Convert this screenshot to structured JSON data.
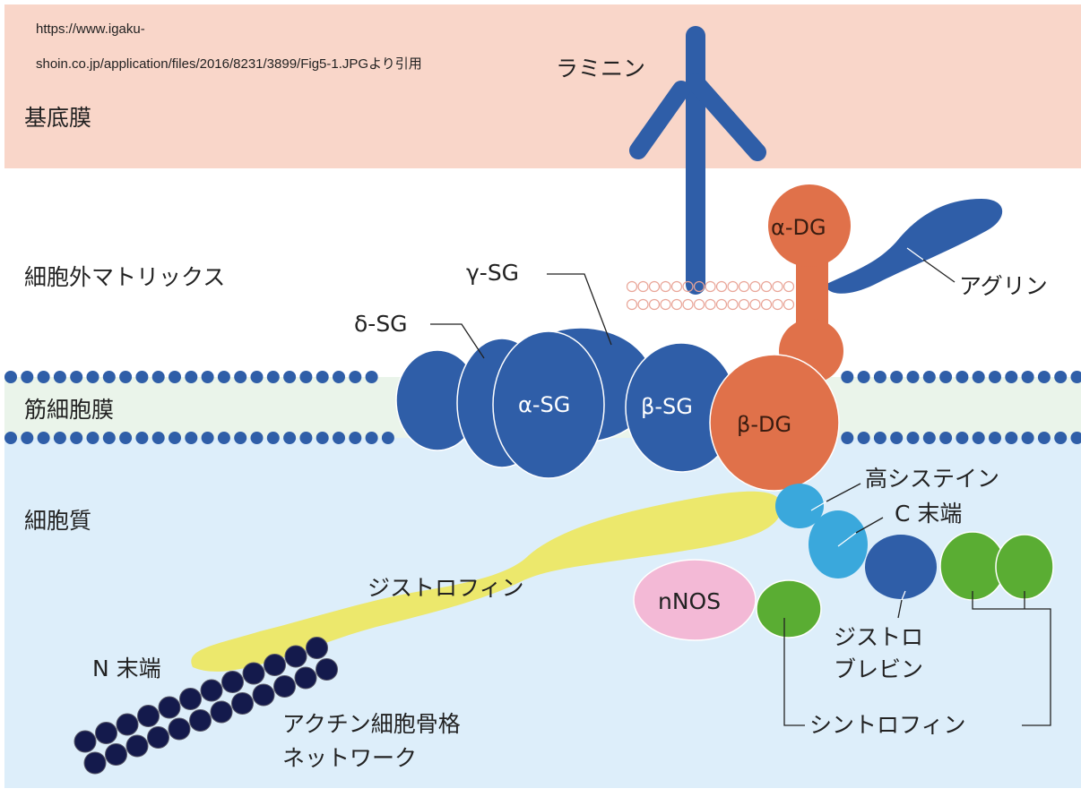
{
  "source_citation": {
    "line1": "https://www.igaku-",
    "line2": "shoin.co.jp/application/files/2016/8231/3899/Fig5-1.JPGより引用"
  },
  "regions": {
    "basement_membrane": "基底膜",
    "extracellular_matrix": "細胞外マトリックス",
    "sarcolemma": "筋細胞膜",
    "cytoplasm": "細胞質"
  },
  "proteins": {
    "laminin": "ラミニン",
    "alpha_dg": "α-DG",
    "beta_dg": "β-DG",
    "agrin": "アグリン",
    "gamma_sg": "γ-SG",
    "delta_sg": "δ-SG",
    "alpha_sg": "α-SG",
    "beta_sg": "β-SG",
    "cys_rich": "高システイン",
    "c_term": "C 末端",
    "dystrophin": "ジストロフィン",
    "nnos": "nNOS",
    "dystrobrevin_1": "ジストロ",
    "dystrobrevin_2": "ブレビン",
    "n_term": "N 末端",
    "actin_1": "アクチン細胞骨格",
    "actin_2": "ネットワーク",
    "syntrophin": "シントロフィン"
  },
  "colors": {
    "basement": "#f9d6c9",
    "membrane": "#eaf4ea",
    "cytoplasm": "#ddeefa",
    "blue": "#2f5ea8",
    "orange": "#e0714a",
    "yellow": "#ece86c",
    "light_blue": "#3aa8dc",
    "green": "#5aad33",
    "pink": "#f3b9d6",
    "navy": "#141a4c"
  }
}
